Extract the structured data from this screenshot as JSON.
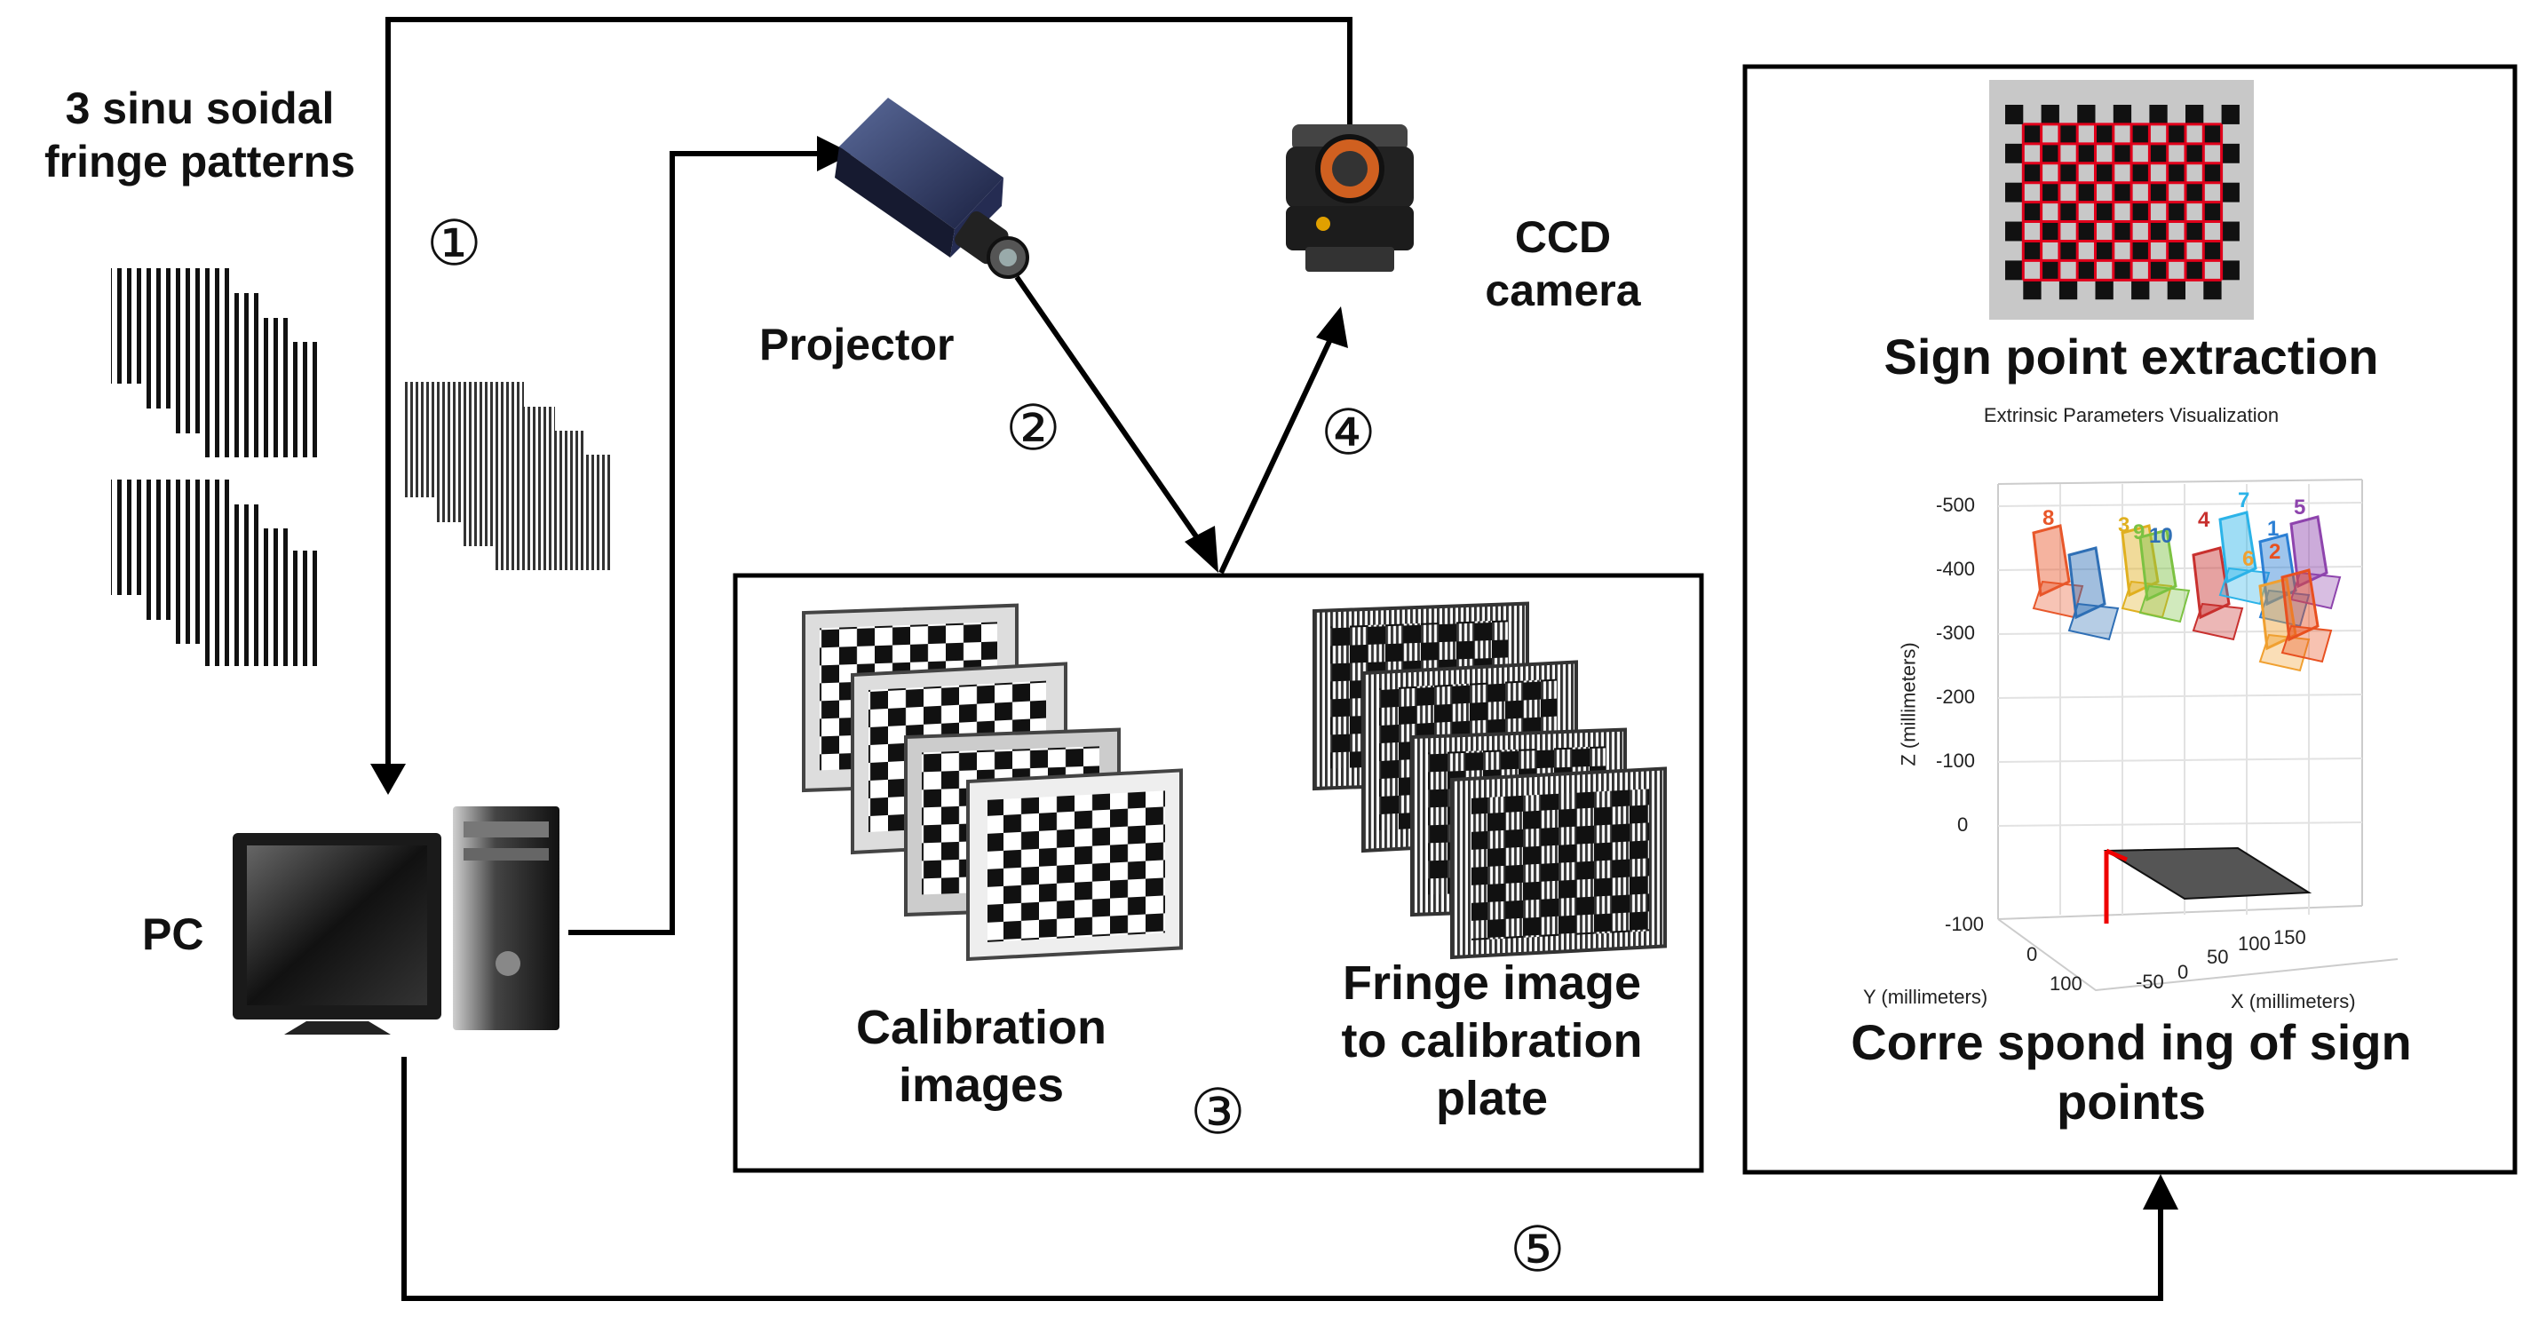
{
  "labels": {
    "fringe_patterns": [
      "3 sinu soidal",
      "fringe patterns"
    ],
    "projector": "Projector",
    "ccd": [
      "CCD",
      "camera"
    ],
    "pc": "PC",
    "calibration_images": [
      "Calibration",
      "images"
    ],
    "fringe_image": [
      "Fringe image",
      "to calibration",
      "plate"
    ],
    "sign_point_extraction": "Sign point extraction",
    "corresponding": [
      "Corre spond ing of sign",
      "points"
    ]
  },
  "steps": [
    "①",
    "②",
    "③",
    "④",
    "⑤"
  ],
  "plot": {
    "title": "Extrinsic Parameters Visualization",
    "zlabel": "Z (millimeters)",
    "ylabel": "Y (millimeters)",
    "xlabel": "X (millimeters)",
    "z_ticks": [
      "-500",
      "-400",
      "-300",
      "-200",
      "-100",
      "0"
    ],
    "y_ticks": [
      "-100",
      "0",
      "100"
    ],
    "x_ticks": [
      "-50",
      "0",
      "50",
      "100",
      "150"
    ],
    "board_numbers": [
      {
        "t": "8",
        "c": "#e8572a"
      },
      {
        "t": "3",
        "c": "#e0b020"
      },
      {
        "t": "9",
        "c": "#7cc242"
      },
      {
        "t": "10",
        "c": "#2f6fb5"
      },
      {
        "t": "4",
        "c": "#c8302e"
      },
      {
        "t": "7",
        "c": "#2bb3e8"
      },
      {
        "t": "1",
        "c": "#2b7fd4"
      },
      {
        "t": "5",
        "c": "#8e44ad"
      },
      {
        "t": "6",
        "c": "#f0a030"
      },
      {
        "t": "2",
        "c": "#e85020"
      }
    ]
  },
  "colors": {
    "line": "#000000",
    "board_red": "#e0001b",
    "axis_red": "#ee0000"
  }
}
